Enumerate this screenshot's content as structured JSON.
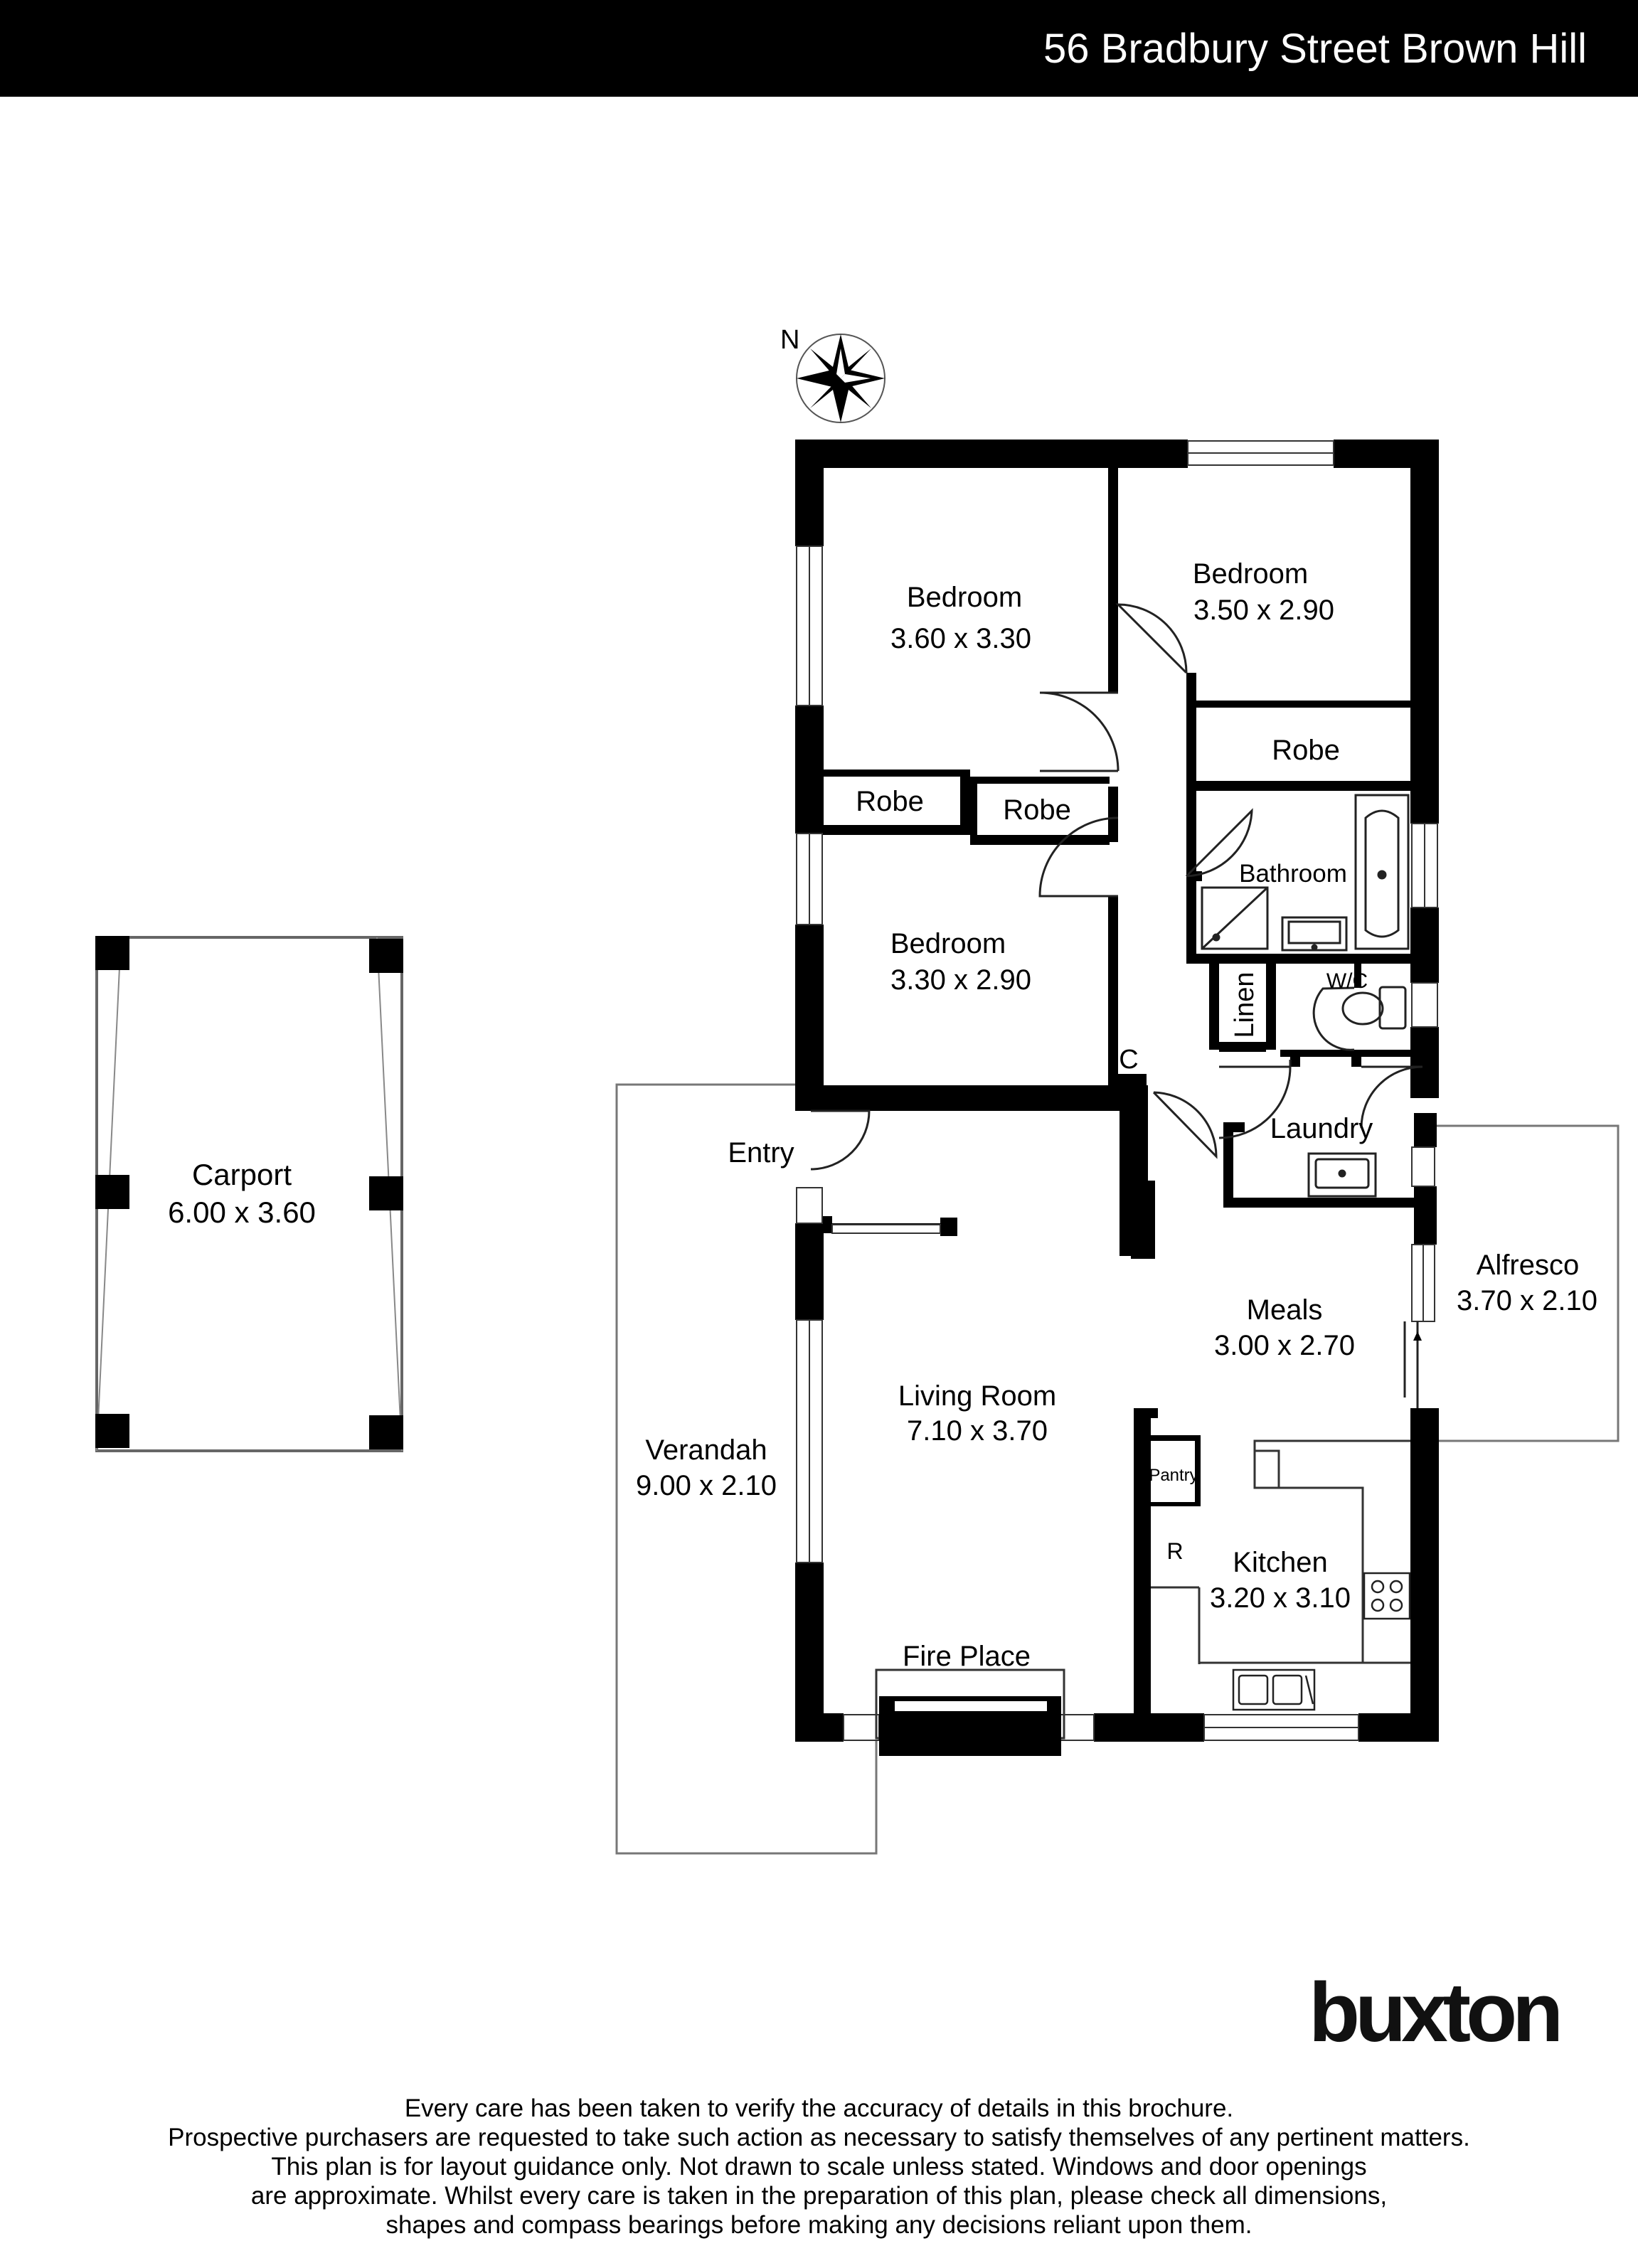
{
  "header": {
    "address": "56 Bradbury Street Brown Hill",
    "background": "#000000",
    "text_color": "#ffffff"
  },
  "compass": {
    "label": "N"
  },
  "rooms": {
    "bedroom1": {
      "name": "Bedroom",
      "size": "3.60 x 3.30"
    },
    "bedroom2": {
      "name": "Bedroom",
      "size": "3.50 x 2.90"
    },
    "bedroom3": {
      "name": "Bedroom",
      "size": "3.30 x 2.90"
    },
    "robe1": "Robe",
    "robe2": "Robe",
    "robe3": "Robe",
    "bathroom": "Bathroom",
    "wc": "W/C",
    "linen": "Linen",
    "cupboard": "C",
    "laundry": "Laundry",
    "entry": "Entry",
    "alfresco": {
      "name": "Alfresco",
      "size": "3.70 x 2.10"
    },
    "meals": {
      "name": "Meals",
      "size": "3.00 x 2.70"
    },
    "living": {
      "name": "Living Room",
      "size": "7.10 x 3.70"
    },
    "verandah": {
      "name": "Verandah",
      "size": "9.00 x 2.10"
    },
    "pantry": "Pantry",
    "fridge": "R",
    "kitchen": {
      "name": "Kitchen",
      "size": "3.20 x 3.10"
    },
    "fireplace": "Fire Place",
    "carport": {
      "name": "Carport",
      "size": "6.00 x 3.60"
    }
  },
  "brand": {
    "logo_text": "buxton"
  },
  "disclaimer": [
    "Every care has been taken to verify the accuracy of details in this brochure.",
    "Prospective purchasers are requested to take such action as necessary to satisfy themselves of any pertinent matters.",
    "This plan is for layout guidance only. Not drawn to scale unless stated. Windows and door openings",
    "are approximate. Whilst every care is taken in the preparation of this plan, please check all dimensions,",
    "shapes and compass bearings before making any decisions reliant upon them."
  ]
}
